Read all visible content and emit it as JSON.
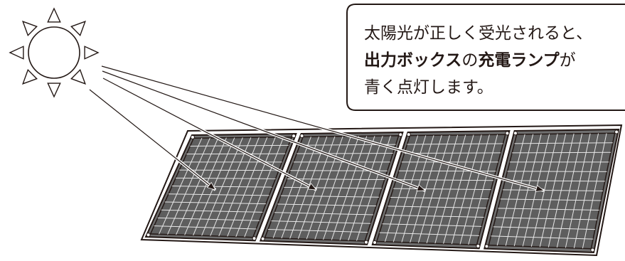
{
  "callout": {
    "line1": "太陽光が正しく受光されると、",
    "line2": {
      "bold1": "出力ボックス",
      "text1": "の",
      "bold2": "充電ランプ",
      "text2": "が"
    },
    "line3": "青く点灯します。"
  },
  "figure": {
    "sun_icon": "sun-icon",
    "panel_count": 4,
    "ray_count": 4,
    "colors": {
      "ink": "#231815",
      "panel_fill": "#6f6f6f",
      "cell_line": "#ffffff",
      "frame": "#ffffff",
      "callout_border": "#231815"
    }
  }
}
